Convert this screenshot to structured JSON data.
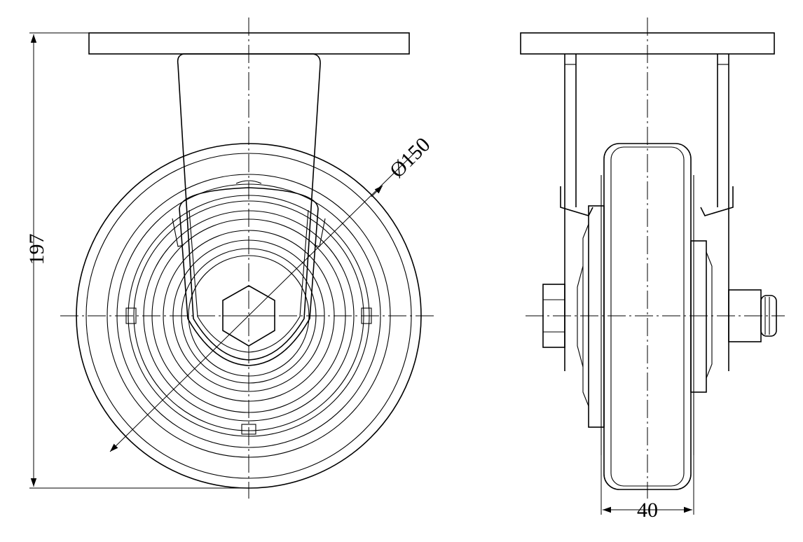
{
  "dimensions": {
    "height": "197",
    "diameter": "Ø150",
    "width": "40"
  },
  "colors": {
    "line": "#000000",
    "background": "#ffffff"
  }
}
